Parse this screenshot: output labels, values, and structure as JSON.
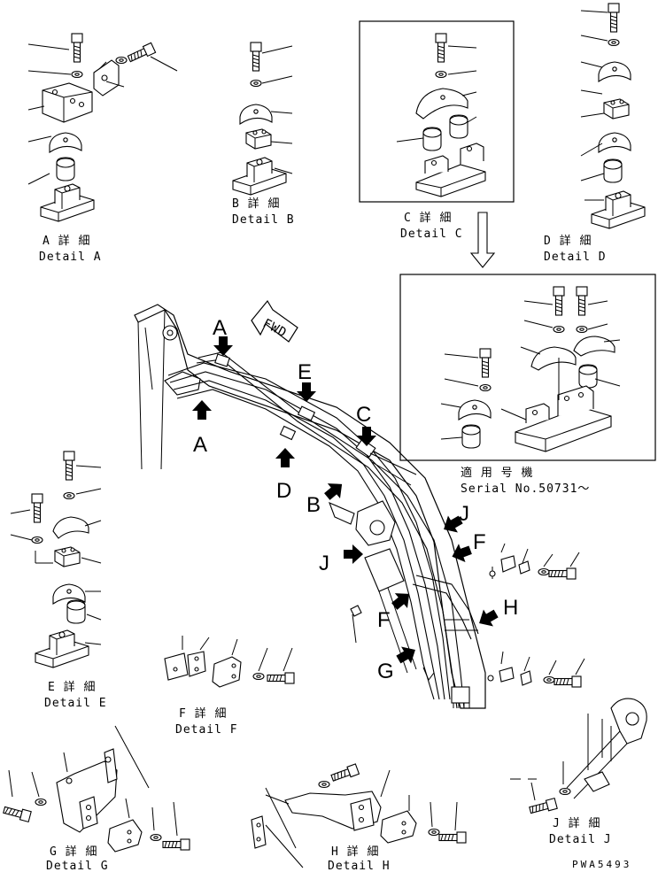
{
  "details": {
    "a": {
      "jp": "A 詳 細",
      "en": "Detail A"
    },
    "b": {
      "jp": "B 詳 細",
      "en": "Detail B"
    },
    "c": {
      "jp": "C 詳 細",
      "en": "Detail C"
    },
    "d": {
      "jp": "D 詳 細",
      "en": "Detail D"
    },
    "e": {
      "jp": "E 詳 細",
      "en": "Detail E"
    },
    "f": {
      "jp": "F 詳 細",
      "en": "Detail F"
    },
    "g": {
      "jp": "G 詳 細",
      "en": "Detail G"
    },
    "h": {
      "jp": "H 詳 細",
      "en": "Detail H"
    },
    "j": {
      "jp": "J 詳 細",
      "en": "Detail J"
    }
  },
  "serial": {
    "jp": "適 用 号 機",
    "en": "Serial No.50731〜"
  },
  "fwd": "FWD",
  "callouts": {
    "a": "A",
    "b": "B",
    "c": "C",
    "d": "D",
    "e": "E",
    "f": "F",
    "g": "G",
    "h": "H",
    "j": "J"
  },
  "drawing_code": "PWA5493"
}
